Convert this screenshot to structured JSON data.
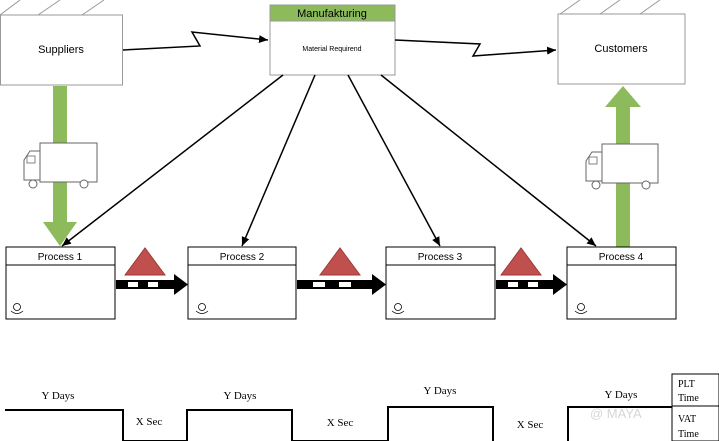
{
  "suppliers": {
    "label": "Suppliers"
  },
  "customers": {
    "label": "Customers"
  },
  "control": {
    "title": "Manufakturing",
    "subtitle": "Material Requirend",
    "header_color": "#8dba5a"
  },
  "processes": [
    {
      "label": "Process 1"
    },
    {
      "label": "Process 2"
    },
    {
      "label": "Process 3"
    },
    {
      "label": "Process 4"
    }
  ],
  "timeline": {
    "upper": [
      "Y Days",
      "Y Days",
      "Y Days",
      "Y Days"
    ],
    "lower": [
      "X Sec",
      "X Sec",
      "X Sec"
    ],
    "summary": {
      "top": "PLT",
      "top2": "Time",
      "bottom": "VAT",
      "bottom2": "Time"
    }
  },
  "watermark": "@ MAYA",
  "colors": {
    "push_arrow": "#8dba5a",
    "inventory": "#c0504d",
    "outline": "#000000"
  }
}
